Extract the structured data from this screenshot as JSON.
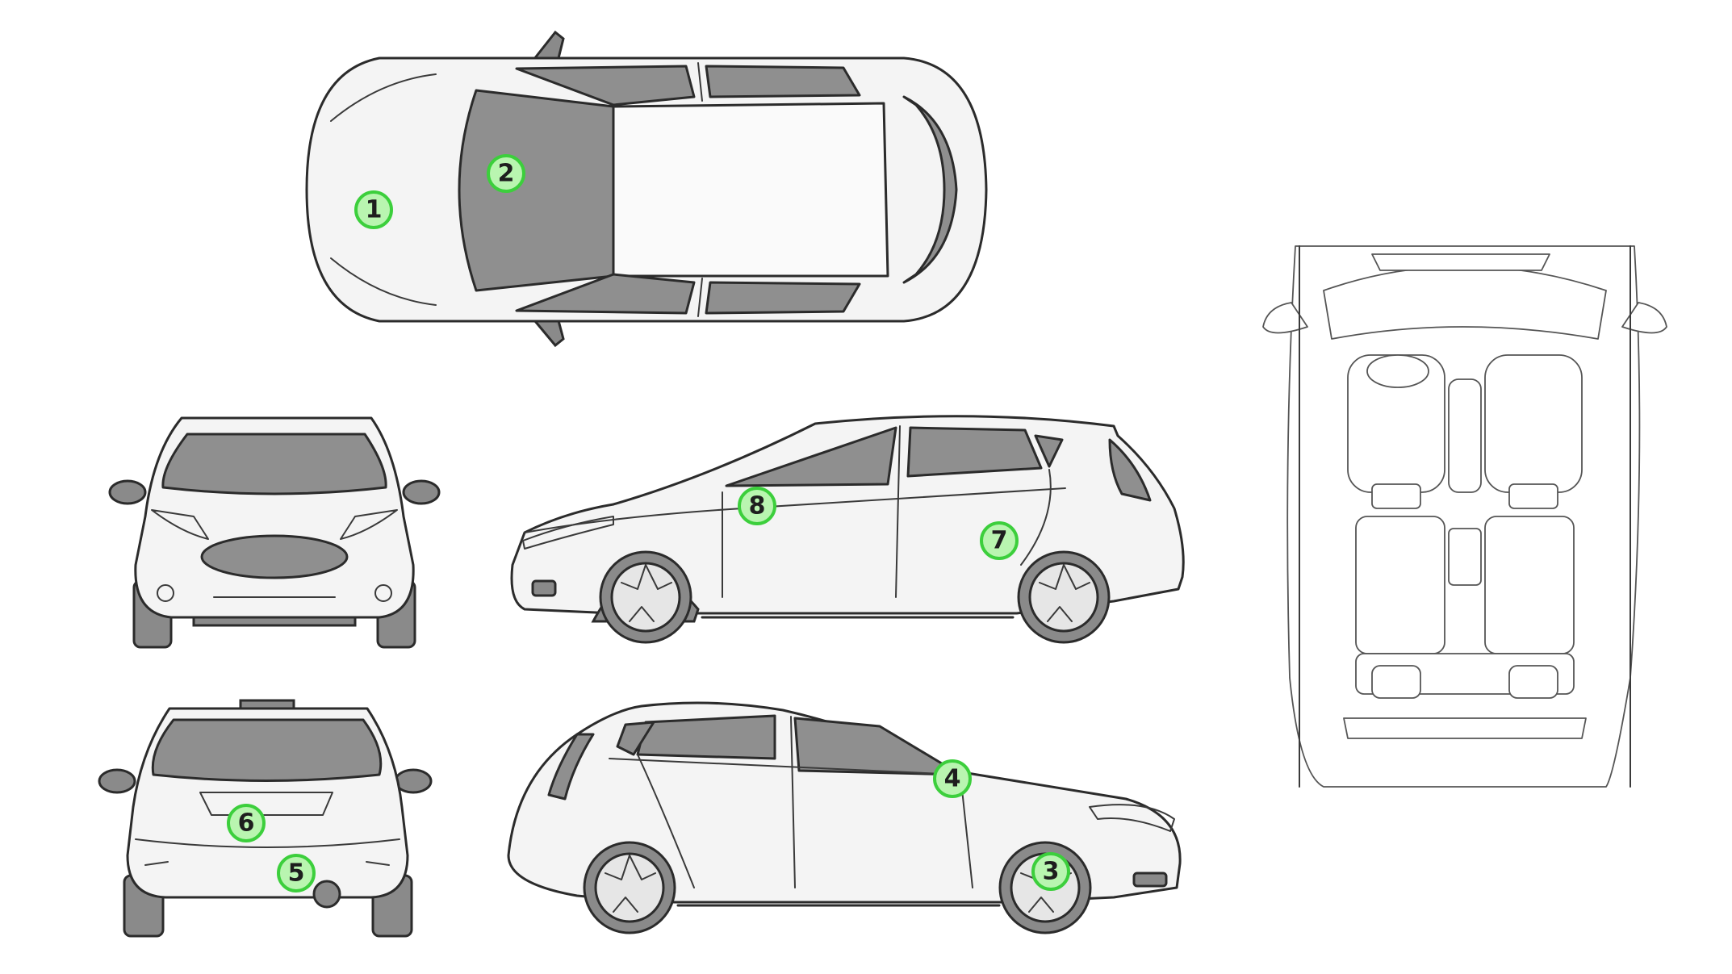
{
  "views": [
    {
      "id": "top",
      "description_icon": "car-top-view-icon"
    },
    {
      "id": "front",
      "description_icon": "car-front-view-icon"
    },
    {
      "id": "rear",
      "description_icon": "car-rear-view-icon"
    },
    {
      "id": "left-side",
      "description_icon": "car-left-side-view-icon"
    },
    {
      "id": "right-side",
      "description_icon": "car-right-side-view-icon"
    },
    {
      "id": "interior",
      "description_icon": "car-interior-view-icon"
    }
  ],
  "markers": [
    {
      "label": "1",
      "view": "top"
    },
    {
      "label": "2",
      "view": "top"
    },
    {
      "label": "3",
      "view": "right-side"
    },
    {
      "label": "4",
      "view": "right-side"
    },
    {
      "label": "5",
      "view": "rear"
    },
    {
      "label": "6",
      "view": "rear"
    },
    {
      "label": "7",
      "view": "left-side"
    },
    {
      "label": "8",
      "view": "left-side"
    }
  ],
  "colors": {
    "marker_fill": "#b9f5b0",
    "marker_stroke": "#3ccf3c",
    "glass": "#8f8f8f",
    "outline": "#2b2b2b"
  }
}
